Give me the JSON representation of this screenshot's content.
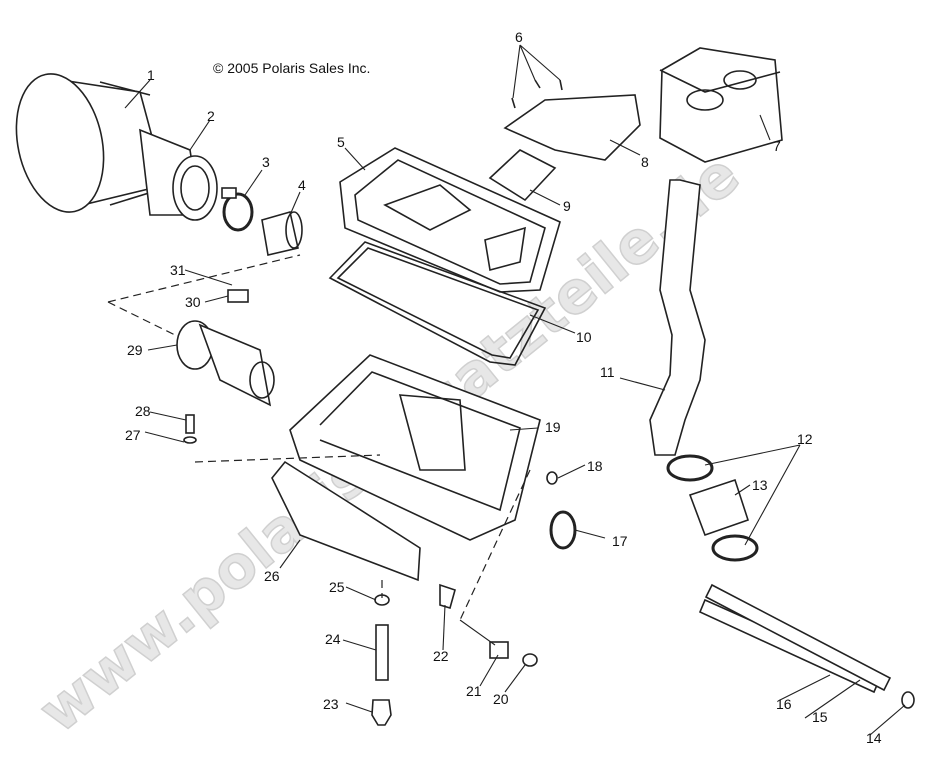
{
  "copyright": "© 2005 Polaris Sales Inc.",
  "watermark": "www.polaris-ersatzteile.de",
  "callouts": [
    "1",
    "2",
    "3",
    "4",
    "5",
    "6",
    "7",
    "8",
    "9",
    "10",
    "11",
    "12",
    "13",
    "14",
    "15",
    "16",
    "17",
    "18",
    "19",
    "20",
    "21",
    "22",
    "23",
    "24",
    "25",
    "26",
    "27",
    "28",
    "29",
    "30",
    "31"
  ]
}
